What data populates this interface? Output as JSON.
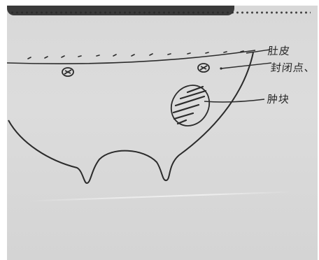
{
  "labels": {
    "skin": "肚皮",
    "stitch_point": "封闭点、",
    "mass": "肿块"
  },
  "colors": {
    "ink": "#2b2b2b",
    "paper": "#d9d9d9",
    "binding": "#3a3a3a"
  }
}
